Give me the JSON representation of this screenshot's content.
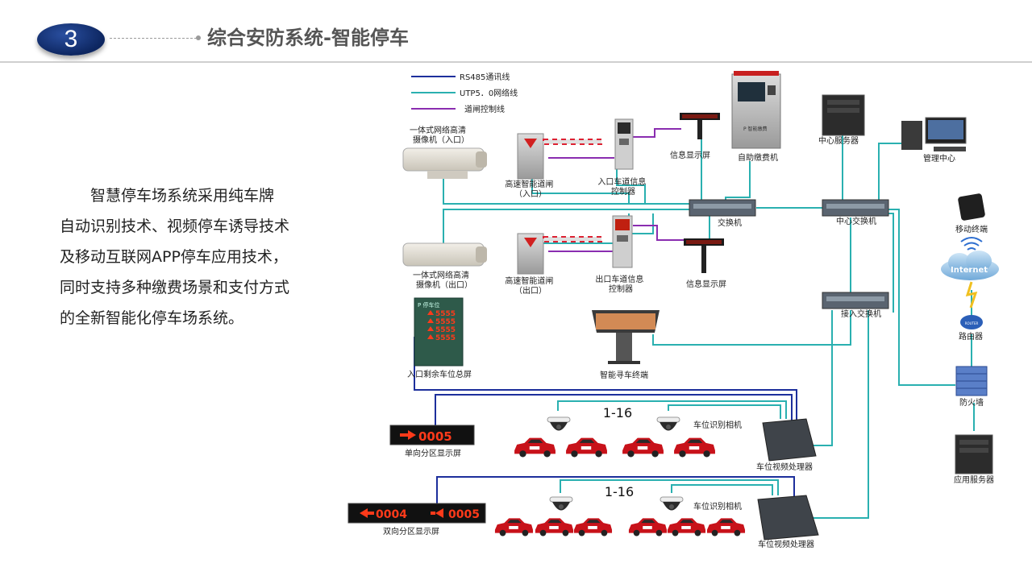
{
  "slide": {
    "number": "3",
    "title": "综合安防系统-智能停车",
    "description_lines": [
      "智慧停车场系统采用纯车牌",
      "自动识别技术、视频停车诱导技术",
      "及移动互联网APP停车应用技术，",
      "同时支持多种缴费场景和支付方式",
      "的全新智能化停车场系统。"
    ]
  },
  "legend": {
    "rs485": "RS485通讯线",
    "utp": "UTP5．0网络线",
    "gate": "道闸控制线"
  },
  "colors": {
    "rs485": "#1d2f9c",
    "utp": "#2ab0b0",
    "gate": "#8a2db0",
    "led_red": "#ff3a1a"
  },
  "diagram": {
    "entry_camera": [
      "一体式网络高清",
      "摄像机（入口）"
    ],
    "entry_gate": [
      "高速智能道闸",
      "（入口）"
    ],
    "entry_controller": [
      "入口车道信息",
      "控制器"
    ],
    "entry_display": "信息显示屏",
    "kiosk": "自助缴费机",
    "kiosk_brand": "P 智能缴费",
    "central_server": "中心服务器",
    "management": "管理中心",
    "switch": "交换机",
    "central_switch": "中心交换机",
    "exit_camera": [
      "一体式网络高清",
      "摄像机（出口）"
    ],
    "exit_gate": [
      "高速智能道闸",
      "（出口）"
    ],
    "exit_controller": [
      "出口车道信息",
      "控制器"
    ],
    "exit_display": "信息显示屏",
    "mobile": "移动终端",
    "internet": "Internet",
    "router": "路由器",
    "router_badge": "ROUTER",
    "access_switch": "接入交换机",
    "total_screen": "入口剩余车位总屏",
    "total_screen_header": "P  停车位",
    "total_screen_rows": [
      "5555",
      "5555",
      "5555",
      "5555"
    ],
    "finder": "智能寻车终端",
    "firewall": "防火墙",
    "app_server": "应用服务器",
    "range_top": "1-16",
    "range_bottom": "1-16",
    "cam_label_top": "车位识别相机",
    "cam_label_bottom": "车位识别相机",
    "single_display": "单向分区显示屏",
    "single_display_value": "0005",
    "processor_top": "车位视频处理器",
    "processor_bottom": "车位视频处理器",
    "double_display": "双向分区显示屏",
    "double_left_value": "0004",
    "double_right_value": "0005"
  }
}
